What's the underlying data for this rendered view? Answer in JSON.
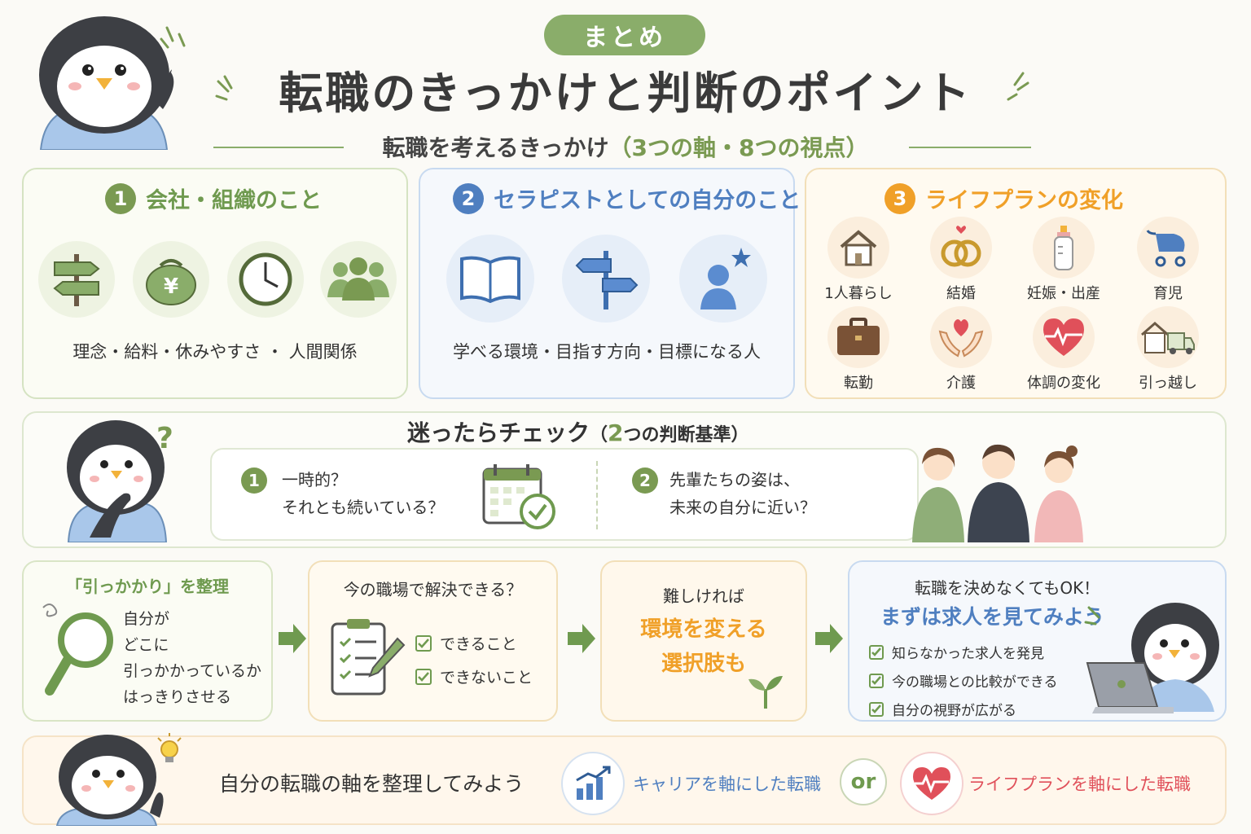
{
  "header": {
    "badge": "まとめ",
    "title": "転職のきっかけと判断のポイント",
    "subtitle_main": "転職を考えるきっかけ",
    "subtitle_paren": "（3つの軸・8つの視点）"
  },
  "sections": [
    {
      "num": "1",
      "title": "会社・組織のこと",
      "caption": "理念・給料・休みやすさ ・ 人間関係",
      "color": "#6f9a4f"
    },
    {
      "num": "2",
      "title": "セラピストとしての自分のこと",
      "caption": "学べる環境・目指す方向・目標になる人",
      "color": "#4f7fc0"
    },
    {
      "num": "3",
      "title": "ライフプランの変化",
      "color": "#f0a028",
      "items": [
        "1人暮らし",
        "結婚",
        "妊娠・出産",
        "育児",
        "転勤",
        "介護",
        "体調の変化",
        "引っ越し"
      ]
    }
  ],
  "check": {
    "title_main": "迷ったらチェック",
    "title_paren_open": "（",
    "title_num": "2",
    "title_paren_rest": "つの判断基準）",
    "q1_num": "1",
    "q1_line1": "一時的？",
    "q1_line2": "それとも続いている？",
    "q2_num": "2",
    "q2_line1": "先輩たちの姿は、",
    "q2_line2": "未来の自分に近い？"
  },
  "steps": {
    "s1_title": "「引っかかり」を整理",
    "s1_lines": [
      "自分が",
      "どこに",
      "引っかかっているか",
      "はっきりさせる"
    ],
    "s2_title": "今の職場で解決できる？",
    "s2_items": [
      "できること",
      "できないこと"
    ],
    "s3_line1": "難しければ",
    "s3_line2": "環境を変える",
    "s3_line3": "選択肢も",
    "s4_title": "転職を決めなくてもOK！",
    "s4_headline": "まずは求人を見てみよう",
    "s4_items": [
      "知らなかった求人を発見",
      "今の職場との比較ができる",
      "自分の視野が広がる"
    ]
  },
  "footer": {
    "text": "自分の転職の軸を整理してみよう",
    "opt1": "キャリアを軸にした転職",
    "or": "or",
    "opt2": "ライフプランを軸にした転職"
  },
  "colors": {
    "green": "#7a9a52",
    "blue": "#4f7fc0",
    "orange": "#f0a028",
    "red": "#e0505a"
  }
}
